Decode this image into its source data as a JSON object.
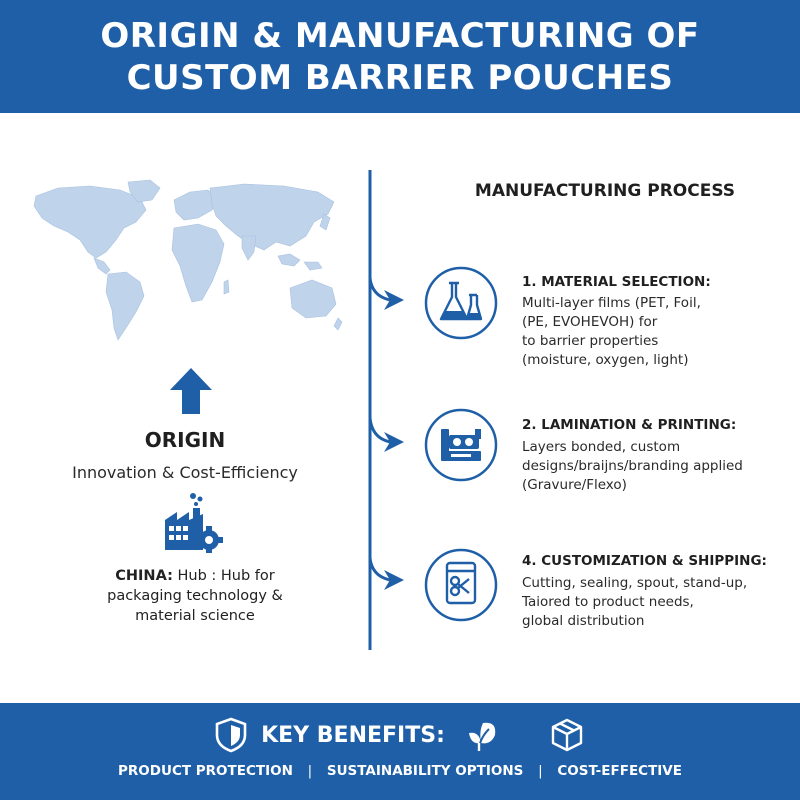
{
  "header": {
    "title_line1": "ORIGIN & MANUFACTURING OF",
    "title_line2": "CUSTOM BARRIER POUCHES"
  },
  "colors": {
    "primary_blue": "#1e5fa8",
    "map_fill": "#bfd3ea",
    "text_dark": "#1f1f1f"
  },
  "origin": {
    "map_icon": "world-map",
    "arrow_icon": "arrow-up-icon",
    "title": "ORIGIN",
    "subtitle": "Innovation & Cost-Efficiency",
    "factory_icon": "factory-gear-icon",
    "desc_bold": "CHINA:",
    "desc_line1_rest": " Hub : Hub for",
    "desc_line2": "packaging technology &",
    "desc_line3": "material science"
  },
  "process": {
    "title": "MANUFACTURING PROCESS",
    "steps": [
      {
        "icon": "flask-icon",
        "title": "1. MATERIAL SELECTION:",
        "lines": [
          "Multi-layer films (PET, Foil,",
          "(PE, EVOHEVOH) for",
          "to barrier properties",
          "(moisture, oxygen, light)"
        ]
      },
      {
        "icon": "printing-machine-icon",
        "title": "2. LAMINATION & PRINTING:",
        "lines": [
          "Layers bonded, custom",
          "designs/braijns/branding applied",
          "(Gravure/Flexo)"
        ]
      },
      {
        "icon": "pouch-scissors-icon",
        "title": "4. CUSTOMIZATION & SHIPPING:",
        "lines": [
          "Cutting, sealing, spout, stand-up,",
          "Taiored to product needs,",
          "global distribution"
        ]
      }
    ]
  },
  "footer": {
    "title": "KEY BENEFITS:",
    "icons": [
      "shield-check-icon",
      "leaf-icon",
      "box-icon"
    ],
    "benefit1": "PRODUCT PROTECTION",
    "benefit2": "SUSTAINABILITY OPTIONS",
    "benefit3": "COST-EFFECTIVE",
    "separator": "|"
  }
}
